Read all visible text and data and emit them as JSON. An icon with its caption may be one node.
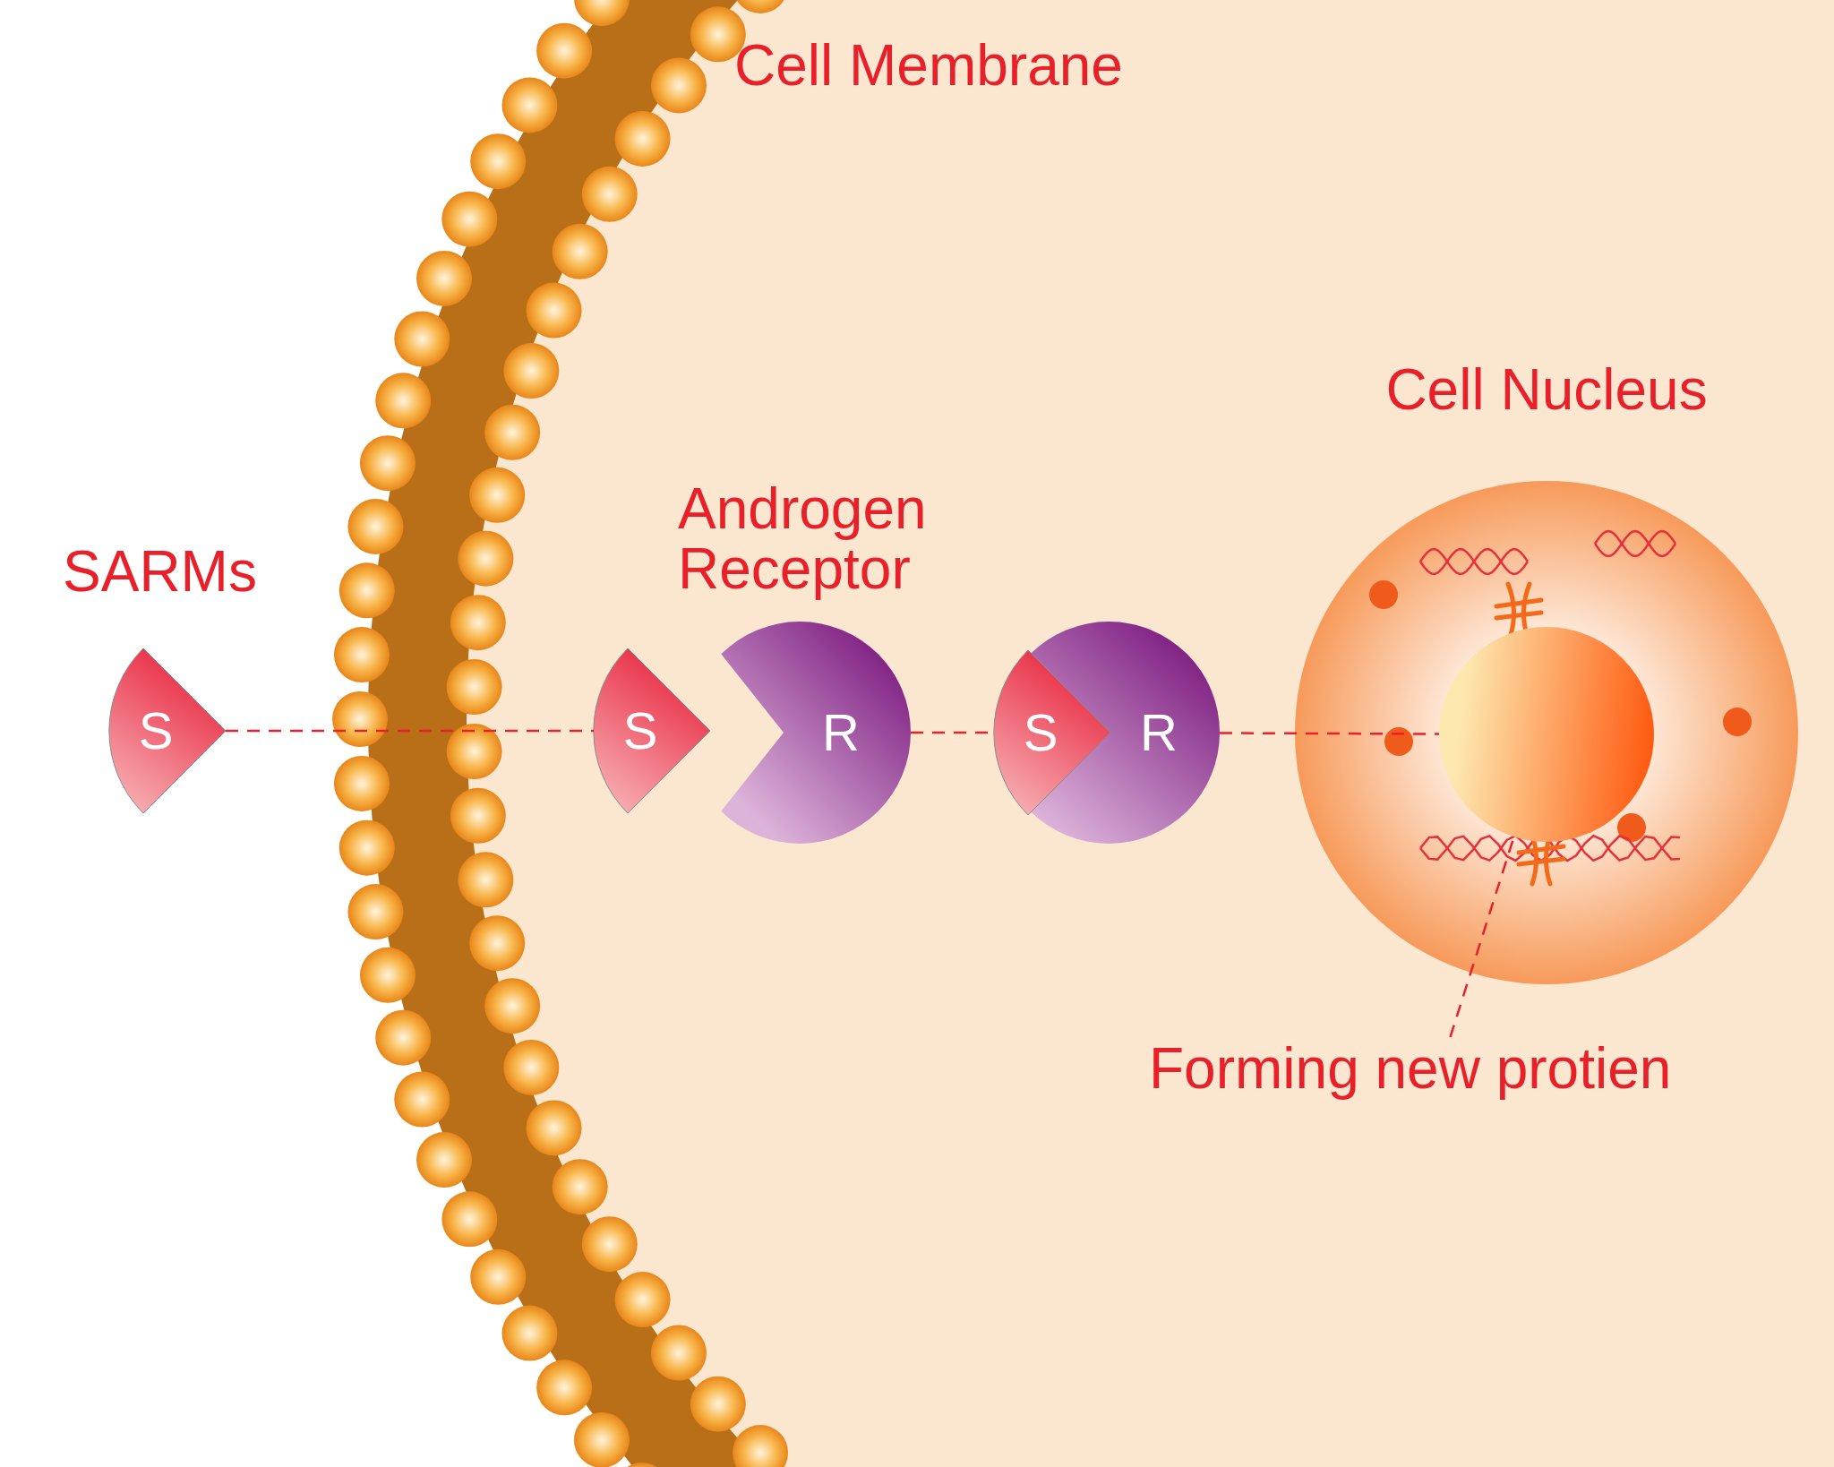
{
  "diagram": {
    "nodes": [
      {
        "text": [
          "S"
        ],
        "beside": [
          "SARMs"
        ]
      },
      {
        "text": [
          "S"
        ]
      },
      {
        "text": [
          "R"
        ],
        "beside": [
          "Androgen Receptor"
        ]
      },
      {
        "text": [
          "S",
          "R"
        ]
      },
      {
        "text": [
          "Cell Nucleus"
        ]
      },
      {
        "text": [],
        "shape": "circle",
        "in": 4
      },
      {
        "text": [
          "Forming new protien"
        ]
      }
    ],
    "edges": [
      {
        "from": 0,
        "to": 1,
        "arrow": "none",
        "style": "dashed"
      },
      {
        "from": 2,
        "to": 3,
        "arrow": "none",
        "style": "dashed"
      },
      {
        "from": 3,
        "to": 5,
        "arrow": "none",
        "style": "dashed"
      },
      {
        "from": 6,
        "to": 5,
        "arrow": "none",
        "style": "dashed"
      }
    ],
    "labels": [
      "Cell Membrane"
    ]
  }
}
